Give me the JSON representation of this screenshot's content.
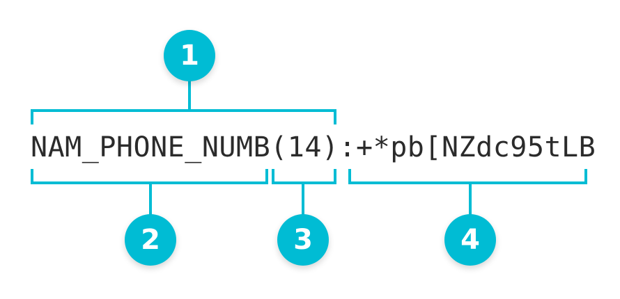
{
  "diagram": {
    "title_text": "NAM_PHONE_NUMB(14):+*pb[NZdc95tLB",
    "colors": {
      "accent": "#00BCD4",
      "text": "#2B2B2B",
      "background": "#FFFFFF"
    },
    "segments": [
      {
        "id": "full-key",
        "badge": "1",
        "text": "NAM_PHONE_NUMB(14)",
        "position": "above"
      },
      {
        "id": "field-name",
        "badge": "2",
        "text": "NAM_PHONE_NUMB",
        "position": "below"
      },
      {
        "id": "field-length",
        "badge": "3",
        "text": "(14)",
        "position": "below"
      },
      {
        "id": "field-value",
        "badge": "4",
        "text": ":+*pb[NZdc95tLB",
        "position": "below"
      }
    ]
  }
}
